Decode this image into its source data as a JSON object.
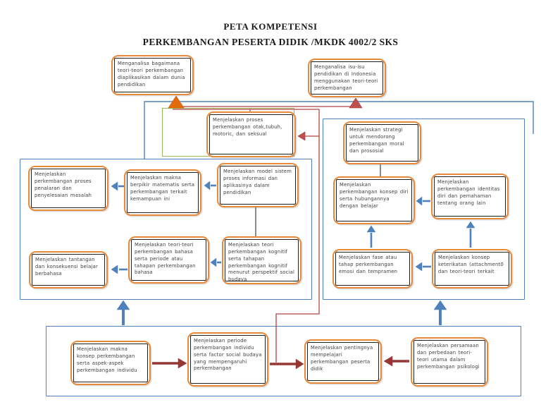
{
  "page": {
    "title": "PETA KOMPETENSI",
    "subtitle": "PERKEMBANGAN PESERTA DIDIK /MKDK 4002/2 SKS"
  },
  "colors": {
    "box_border_orange": "#e8893a",
    "box_inner_border": "#1f1f1f",
    "group_border_blue": "#4f81bd",
    "process_rect_green": "#9bbb59",
    "blue_arrow": "#4f81bd",
    "maroon_arrow": "#953735",
    "red_line": "#b04543",
    "orange_arrow": "#e36c0a"
  },
  "nodes": [
    {
      "id": "analisa-aplikasi",
      "text": "Menganalisa bagaimana teori-teori perkembangan diaplikasikan dalam dunia pendidikan"
    },
    {
      "id": "analisa-isu",
      "text": "Menganalisa isu-isu pendidikan di Indonesia menggunakan teori-teori perkembangan"
    },
    {
      "id": "otak",
      "text": "Menjelaskan proses perkembangan otak,tubuh, motoric, dan seksual"
    },
    {
      "id": "strategi",
      "text": "Menjelaskan strategi untuk mendorong perkembangan moral dan prososial"
    },
    {
      "id": "penalaran",
      "text": "Menjelaskan perkembangan proses penalaran dan penyelesaian masalah"
    },
    {
      "id": "matematis",
      "text": "Menjelaskan makna berpikir matematis serta perkembangan terkait kemampuan ini"
    },
    {
      "id": "model-sistem",
      "text": "Menjelaskan model sistem proses informasi dan aplikasinya dalam pendidikan"
    },
    {
      "id": "bahasa",
      "text": "Menjelaskan teori-teori perkembangan bahasa serta periode atau tahapan perkembangan bahasa"
    },
    {
      "id": "kognitif",
      "text": "Menjelaskan teori perkembangan kognitif serta tahapan perkembangan kognitif menurut perspektif social budaya"
    },
    {
      "id": "tantangan",
      "text": "Menjelaskan tantangan dan konsekuensi belajar berbahasa"
    },
    {
      "id": "konsep-diri",
      "text": "Menjelaskan perkembangan konsep diri serta hubungannya dengan belajar"
    },
    {
      "id": "identitas",
      "text": "Menjelaskan perkembangan identitas diri dan pemahaman tentang orang lain"
    },
    {
      "id": "fase-emosi",
      "text": "Menjelaskan fase atau tahap perkembangan emosi dan tempramen"
    },
    {
      "id": "keterikatan",
      "text": "Menjelaskan konsep keterikatan (attachment0 dan teori-teori terkait"
    },
    {
      "id": "makna-konsep",
      "text": "Menjelaskan makna konsep perkembangan serta aspek-aspek perkembangan individu"
    },
    {
      "id": "periode",
      "text": "Menjelaskan periode perkembangan individu serta factor social budaya yang mempengaruhi perkembangan"
    },
    {
      "id": "pentingnya",
      "text": "Menjelaskan pentingnya mempelajari perkembangan peserta didik"
    },
    {
      "id": "persamaan",
      "text": "Menjelaskan persamaan dan perbedaan teori-teori utama dalam perkembangan psikologi"
    }
  ]
}
